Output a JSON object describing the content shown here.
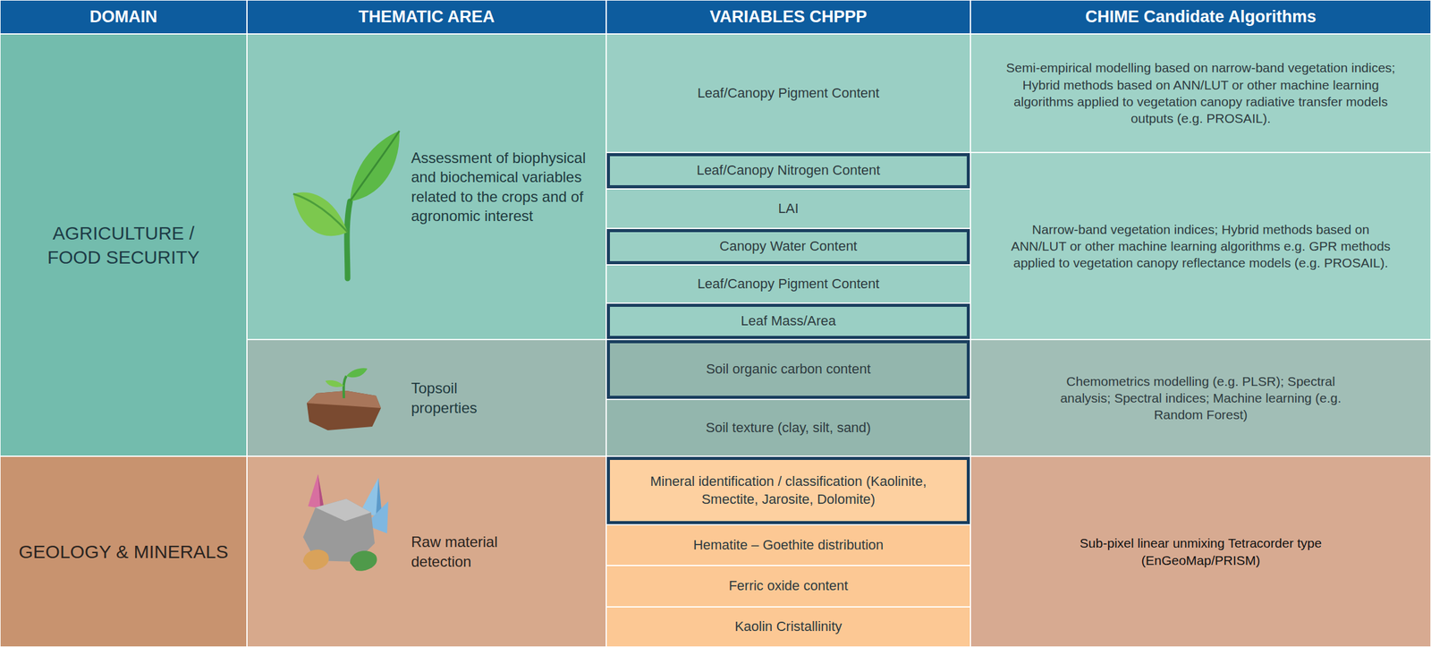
{
  "diagram": {
    "nodes": [
      {
        "text": [
          "DOMAIN"
        ]
      },
      {
        "text": [
          "THEMATIC AREA"
        ]
      },
      {
        "text": [
          "VARIABLES CHPPP"
        ]
      },
      {
        "text": [
          "CHIME Candidate Algorithms"
        ]
      },
      {
        "text": [
          "AGRICULTURE / FOOD SECURITY"
        ]
      },
      {
        "text": [
          "Assessment of biophysical and biochemical variables related to the crops and of agronomic interest"
        ]
      },
      {
        "text": [
          "Leaf/Canopy Pigment Content"
        ]
      },
      {
        "text": [
          "Semi-empirical modelling based on narrow-band vegetation indices; Hybrid methods based on ANN/LUT or other machine learning algorithms applied to vegetation canopy radiative transfer models outputs (e.g. PROSAIL)."
        ]
      },
      {
        "text": [
          "Leaf/Canopy Nitrogen Content"
        ]
      },
      {
        "text": [
          "Narrow-band vegetation indices; Hybrid methods based on ANN/LUT or other machine learning algorithms e.g. GPR methods applied to vegetation canopy reflectance models (e.g. PROSAIL)."
        ]
      },
      {
        "text": [
          "LAI"
        ]
      },
      {
        "text": [
          "Canopy Water Content"
        ]
      },
      {
        "text": [
          "Leaf/Canopy Pigment Content"
        ]
      },
      {
        "text": [
          "Leaf Mass/Area"
        ]
      },
      {
        "text": [
          "Topsoil properties"
        ]
      },
      {
        "text": [
          "Soil organic carbon content"
        ]
      },
      {
        "text": [
          "Chemometrics modelling (e.g. PLSR); Spectral analysis; Spectral indices; Machine learning (e.g. Random Forest)"
        ]
      },
      {
        "text": [
          "Soil texture (clay, silt, sand)"
        ]
      },
      {
        "text": [
          "GEOLOGY & MINERALS"
        ]
      },
      {
        "text": [
          "Raw material detection"
        ]
      },
      {
        "text": [
          "Mineral identification / classification (Kaolinite, Smectite, Jarosite, Dolomite)"
        ]
      },
      {
        "text": [
          "Sub-pixel linear unmixing Tetracorder type (EnGeoMap/PRISM)"
        ]
      },
      {
        "text": [
          "Hematite – Goethite distribution"
        ]
      },
      {
        "text": [
          "Ferric oxide content"
        ]
      },
      {
        "text": [
          "Kaolin Cristallinity"
        ]
      }
    ]
  }
}
